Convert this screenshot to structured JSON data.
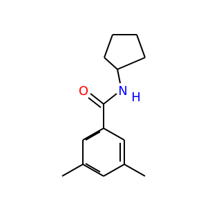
{
  "molecule": {
    "atoms": {
      "oxygen": {
        "label": "O"
      },
      "nitrogen": {
        "label": "N"
      },
      "amide_hydrogen": {
        "label": "H"
      }
    },
    "colors": {
      "bond": "#000000",
      "oxygen": "#ff0000",
      "nitrogen": "#0000ff"
    }
  }
}
